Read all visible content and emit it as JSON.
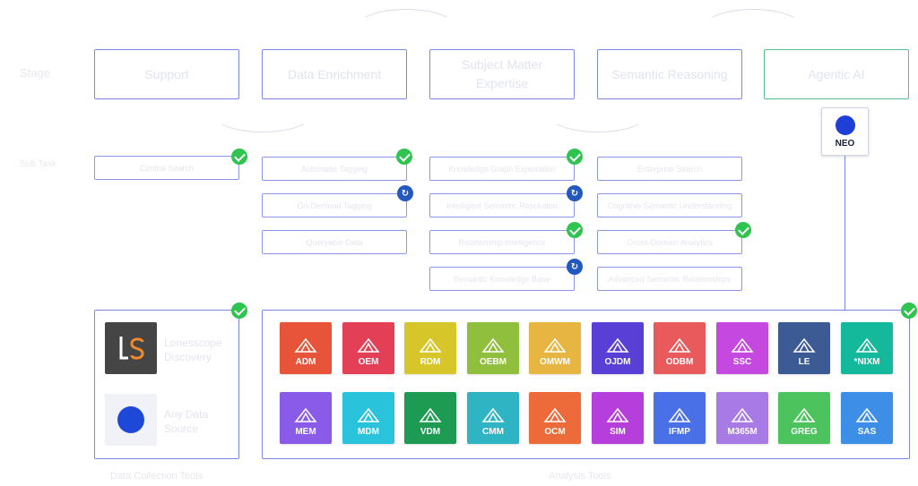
{
  "rows": {
    "stage_label": "Stage",
    "subtask_label": "Sub Task"
  },
  "stages": [
    {
      "label": "Support"
    },
    {
      "label": "Data Enrichment"
    },
    {
      "label": "Subject Matter Expertise"
    },
    {
      "label": "Semantic Reasoning"
    },
    {
      "label": "Agentic AI"
    }
  ],
  "neo": {
    "label": "NEO",
    "color": "#1d3fd6"
  },
  "subtasks": [
    {
      "label": "Central Search",
      "status": "done"
    },
    {
      "label": "Automatic Tagging",
      "status": "done"
    },
    {
      "label": "On-Demand Tagging",
      "status": "in-progress"
    },
    {
      "label": "Queryable Data",
      "status": ""
    },
    {
      "label": "Knowledge Graph Exploration",
      "status": "done"
    },
    {
      "label": "Intelligent Semantic Resolution",
      "status": "in-progress"
    },
    {
      "label": "Relationship Intelligence",
      "status": "done"
    },
    {
      "label": "Semantic Knowledge Base",
      "status": "in-progress"
    },
    {
      "label": "Enterprise Search",
      "status": ""
    },
    {
      "label": "Cognitive Semantic Understanding",
      "status": ""
    },
    {
      "label": "Cross-Domain Analytics",
      "status": "done"
    },
    {
      "label": "Advanced Semantic Relationships",
      "status": ""
    }
  ],
  "collectors": [
    {
      "name_line1": "Lonesscope",
      "name_line2": "Discovery",
      "logo": "ls-logo-icon",
      "color": "#454545"
    },
    {
      "name_line1": "Any Data",
      "name_line2": "Source",
      "logo": "data-source-icon",
      "color": "#1e48d8"
    }
  ],
  "collectors_caption": "Data Collection Tools",
  "tools": [
    {
      "label": "ADM",
      "color": "#e8543a"
    },
    {
      "label": "OEM",
      "color": "#e33f56"
    },
    {
      "label": "RDM",
      "color": "#d6c62a"
    },
    {
      "label": "OEBM",
      "color": "#8fbf3c"
    },
    {
      "label": "OMWM",
      "color": "#e6b542"
    },
    {
      "label": "OJDM",
      "color": "#5a3fd6"
    },
    {
      "label": "ODBM",
      "color": "#e85a5c"
    },
    {
      "label": "SSC",
      "color": "#c548e0"
    },
    {
      "label": "LE",
      "color": "#3c5a93"
    },
    {
      "label": "*NIXM",
      "color": "#14b89b"
    },
    {
      "label": "MEM",
      "color": "#8a5ae8"
    },
    {
      "label": "MDM",
      "color": "#2ac3dc"
    },
    {
      "label": "VDM",
      "color": "#1e9b52"
    },
    {
      "label": "CMM",
      "color": "#2fb4c4"
    },
    {
      "label": "OCM",
      "color": "#ed6a3b"
    },
    {
      "label": "SIM",
      "color": "#b63fdc"
    },
    {
      "label": "IFMP",
      "color": "#4a70e8"
    },
    {
      "label": "M365M",
      "color": "#a77ae6"
    },
    {
      "label": "GREG",
      "color": "#4cc35c"
    },
    {
      "label": "SAS",
      "color": "#3d8ee6"
    }
  ],
  "tools_caption": "Analysis Tools"
}
